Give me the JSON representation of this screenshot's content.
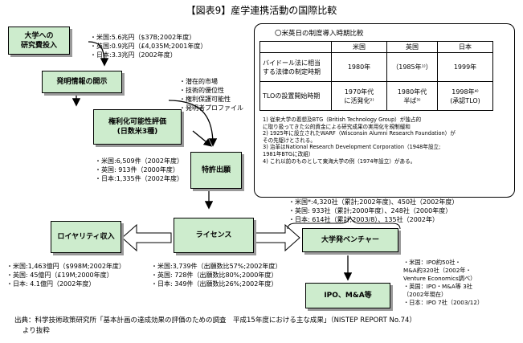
{
  "title": "【図表9】産学連携活動の国際比較",
  "boxes": {
    "research": "大学への\n研究費投入",
    "disclosure": "発明情報の開示",
    "evaluation": "権利化可能性評価\n(日数米3種)",
    "patent": "特許出願",
    "royalty": "ロイヤリティ収入",
    "license": "ライセンス",
    "venture": "大学発ベンチャー",
    "ipo": "IPO、M&A等"
  },
  "research_funding": [
    "・米国:5.6兆円（$37B;2002年度）",
    "・英国:0.9兆円（£4,035M;2001年度）",
    "・日本:3.3兆円（2002年度）"
  ],
  "evaluation_criteria": [
    "・潜在的市場",
    "・技術的優位性",
    "・権利保護可能性",
    "・発明者プロファイル"
  ],
  "patent_counts": [
    "・米国:6,509件（2002年度）",
    "・英国:  913件（2000年度）",
    "・日本:1,335件（2002年度）"
  ],
  "venture_counts": [
    "・米国*:4,320社（累計;2002年度)、450社（2002年度）",
    "・英国:    933社（累計;2000年度）、248社（2000年度）",
    "・日本:    614社（累計;2003/8）、135社（2002年）"
  ],
  "royalty_amounts": [
    "・米国:1,463億円（$998M;2002年度）",
    "・英国:   45億円（£19M;2000年度）",
    "・日本:   4.1億円（2002年度）"
  ],
  "license_counts": [
    "・米国:3,739件（出願数比57%;2002年度）",
    "・英国:  728件（出願数比80%;2000年度）",
    "・日本:  349件（出願数比26%;2002年度）"
  ],
  "ipo_counts": [
    "・米国：IPO約50社・",
    "  M&A約320社（2002年・",
    "  Venture Economics調べ）",
    "・英国：IPO・M&A等 3社",
    "  （2002年現在）",
    "・日本：IPO 7社（2003/12）"
  ],
  "comparison": {
    "title": "〇米英日の制度導入時期比較",
    "headers": [
      "",
      "米国",
      "英国",
      "日本"
    ],
    "rows": [
      [
        "バイドール法に相当\nする法律の制定時期",
        "1980年",
        "（1985年¹⁾）",
        "1999年"
      ],
      [
        "TLOの設置開始時期",
        "1970年代\nに活発化²⁾",
        "1980年代\n半ば³⁾",
        "1998年⁴⁾\n(承認TLO)"
      ]
    ],
    "notes": [
      "1) 従来大学の着想及BTG（British Technology Group）が独占的",
      "   に取り扱ってきた公的資金による研究成果の実用化を規制緩和",
      "2) 1925年に設立されたWARF（Wisconsin Alumni Research Foundation）が",
      "   その先駆けとされる。",
      "3) 治革はNational Research Development Corporation（1948年設立;",
      "   1981年BTGに改組）",
      "4) これ以前のものとして東海大学の例（1974年設立）がある。"
    ]
  },
  "source": [
    "出典：科学技術政策研究所「基本計画の達成効果の評価のための調査　平成15年度における主な成果」（NISTEP REPORT No.74）",
    "より抜粋"
  ]
}
